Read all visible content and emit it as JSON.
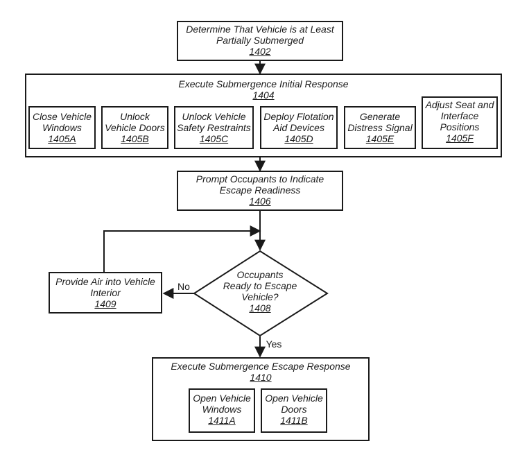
{
  "colors": {
    "line": "#1a1a1a",
    "background": "#ffffff"
  },
  "nodes": {
    "n1402": {
      "line1": "Determine That Vehicle is at Least",
      "line2": "Partially Submerged",
      "ref": "1402"
    },
    "n1404": {
      "line1": "Execute Submergence Initial Response",
      "ref": "1404"
    },
    "n1405A": {
      "line1": "Close Vehicle",
      "line2": "Windows",
      "ref": "1405A"
    },
    "n1405B": {
      "line1": "Unlock",
      "line2": "Vehicle Doors",
      "ref": "1405B"
    },
    "n1405C": {
      "line1": "Unlock Vehicle",
      "line2": "Safety Restraints",
      "ref": "1405C"
    },
    "n1405D": {
      "line1": "Deploy Flotation",
      "line2": "Aid Devices",
      "ref": "1405D"
    },
    "n1405E": {
      "line1": "Generate",
      "line2": "Distress Signal",
      "ref": "1405E"
    },
    "n1405F": {
      "line1": "Adjust Seat and",
      "line2": "Interface",
      "line3": "Positions",
      "ref": "1405F"
    },
    "n1406": {
      "line1": "Prompt Occupants to Indicate",
      "line2": "Escape Readiness",
      "ref": "1406"
    },
    "n1408": {
      "line1": "Occupants",
      "line2": "Ready to Escape",
      "line3": "Vehicle?",
      "ref": "1408"
    },
    "n1409": {
      "line1": "Provide Air into Vehicle",
      "line2": "Interior",
      "ref": "1409"
    },
    "n1410": {
      "line1": "Execute Submergence Escape Response",
      "ref": "1410"
    },
    "n1411A": {
      "line1": "Open Vehicle",
      "line2": "Windows",
      "ref": "1411A"
    },
    "n1411B": {
      "line1": "Open Vehicle",
      "line2": "Doors",
      "ref": "1411B"
    }
  },
  "edges": {
    "no": "No",
    "yes": "Yes"
  }
}
